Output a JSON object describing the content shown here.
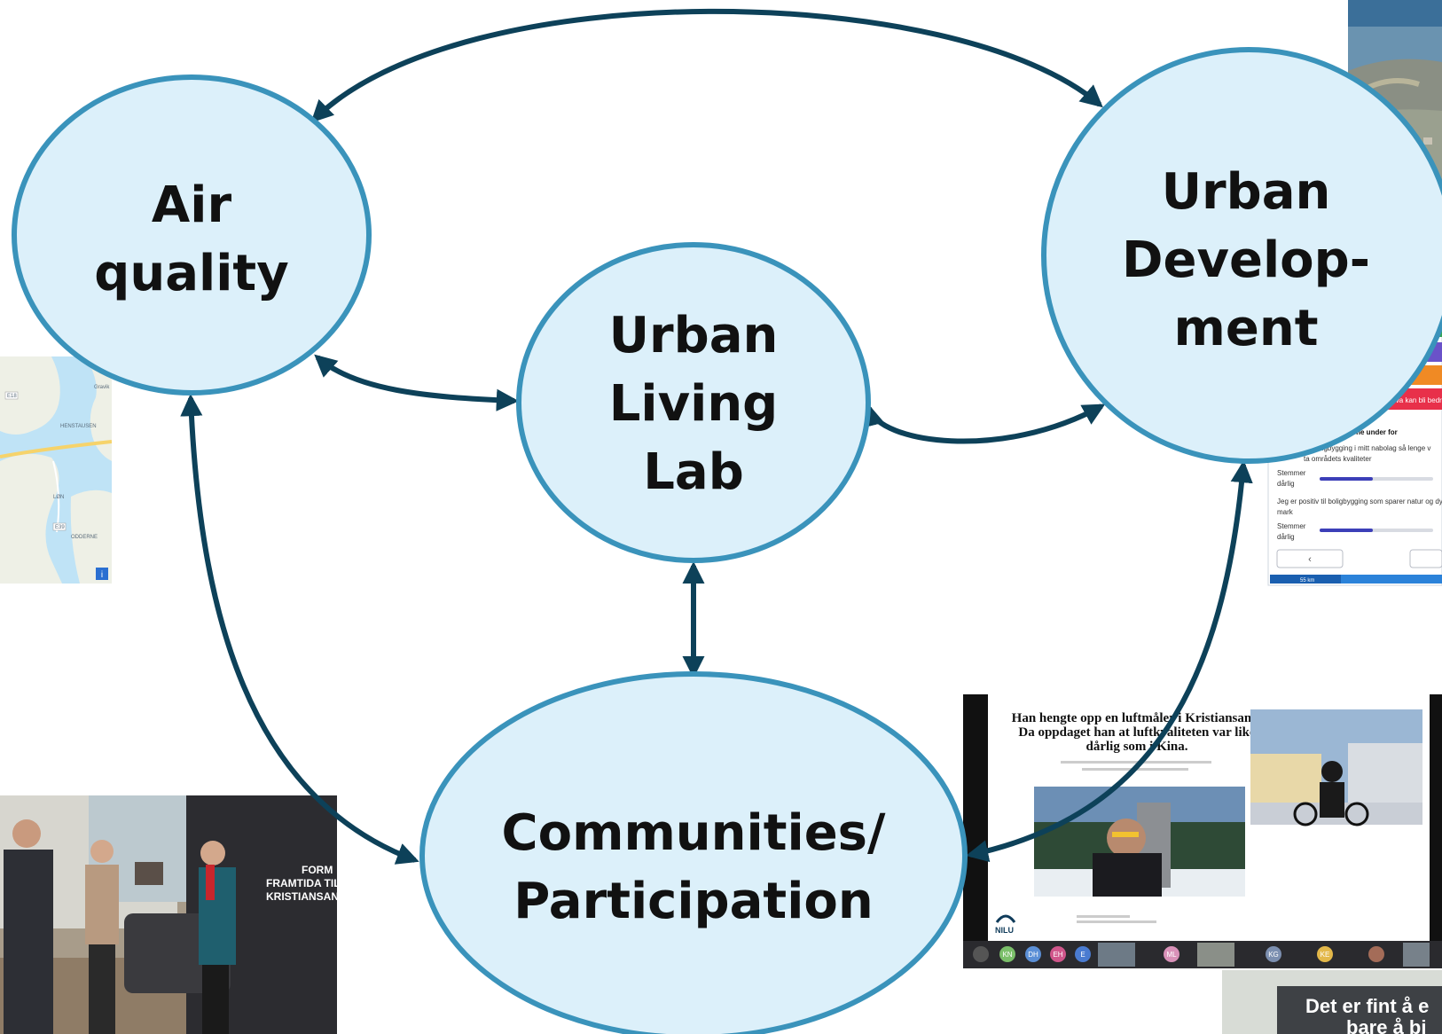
{
  "nodes": {
    "air_quality": {
      "line1": "Air",
      "line2": "quality"
    },
    "urban_development": {
      "line1": "Urban",
      "line2": "Develop-",
      "line3": "ment"
    },
    "urban_living_lab": {
      "line1": "Urban",
      "line2": "Living",
      "line3": "Lab"
    },
    "communities": {
      "line1": "Communities/",
      "line2": "Participation"
    }
  },
  "photos": {
    "map": {
      "place1": "HENSTAUSEN",
      "place2": "LØN",
      "place3": "ODDERNE",
      "place4": "Gravik",
      "road1": "E18",
      "road2": "E39",
      "info": "i"
    },
    "survey": {
      "sad_button": "Hva kan bli bedre? ☹",
      "question_intro": "påstandene under for",
      "q1": "boligbygging i mitt nabolag så lenge v",
      "q1b": "ta områdets kvaliteter",
      "q2": "Jeg er positiv til boligbygging som sparer natur og dy",
      "q2b": "mark",
      "scale_label": "Stemmer",
      "scale_label2": "dårlig",
      "back": "‹",
      "progress": "55 km"
    },
    "meeting": {
      "headline1": "Han hengte opp en luftmåler i Kristiansand.",
      "headline2": "Da oppdaget han at luftkvaliteten var like",
      "headline3": "dårlig som i Kina.",
      "logo": "NILU",
      "participants": [
        "KN",
        "DH",
        "EH",
        "E",
        "ML",
        "KG",
        "KE"
      ],
      "subtitle": "Det er fint å e",
      "subtitle2": "bare å bi"
    },
    "event": {
      "poster1": "FORM",
      "poster2": "FRAMTIDA TIL",
      "poster3": "KRISTIANSAND"
    }
  },
  "colors": {
    "node_fill": "#dcf0fa",
    "node_stroke": "#3a93bb",
    "arrow": "#0d4159",
    "text": "#111111"
  }
}
